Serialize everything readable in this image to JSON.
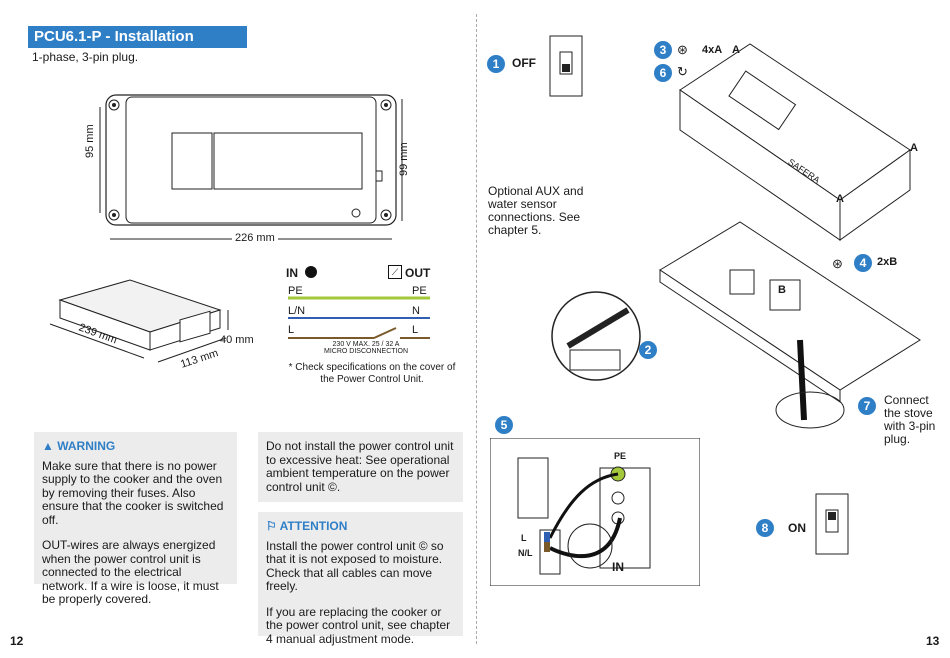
{
  "header": {
    "title": "PCU6.1-P - Installation",
    "subtitle": "1-phase, 3-pin plug."
  },
  "dimensions": {
    "height_left": "95 mm",
    "height_right": "99 mm",
    "width_bottom": "226 mm",
    "iso_length": "239 mm",
    "iso_width": "113 mm",
    "iso_height": "40 mm"
  },
  "wiring": {
    "in_label": "IN",
    "out_label": "OUT",
    "left_rows": [
      "PE",
      "L/N",
      "L"
    ],
    "right_rows": [
      "PE",
      "N",
      "L"
    ],
    "rating_line1": "230 V MAX. 25 / 32 A",
    "rating_line2": "MICRO DISCONNECTION",
    "note": "* Check specifications on the cover of the Power Control Unit."
  },
  "warning": {
    "heading": "WARNING",
    "para1": "Make sure that there is no power supply to the cooker and the oven by removing their fuses. Also ensure that the cooker is switched off.",
    "para2": "OUT-wires are always energized when the power control unit is connected to the electrical network. If a wire is loose, it must be properly covered."
  },
  "heat_box": {
    "text": "Do not install the power control unit to excessive heat: See operational ambient temperature on the power control unit ©."
  },
  "attention": {
    "heading": "ATTENTION",
    "para1": "Install the power control unit © so that it is not exposed to moisture. Check that all cables can move freely.",
    "para2": "If you are replacing the cooker or the power control unit, see chapter 4 manual adjustment mode."
  },
  "steps": {
    "s1_num": "1",
    "s1_label": "OFF",
    "s2_num": "2",
    "s3_num": "3",
    "s3_label": "4xA",
    "s4_num": "4",
    "s4_label": "2xB",
    "s5_num": "5",
    "s6_num": "6",
    "s7_num": "7",
    "s8_num": "8",
    "s8_label": "ON"
  },
  "callouts": {
    "optional": "Optional AUX and water sensor connections. See chapter 5.",
    "connect": "Connect the stove with 3-pin plug.",
    "mark_a": "A",
    "mark_b": "B",
    "brand": "SAFERA",
    "term_pe": "PE",
    "term_l": "L",
    "term_nl": "N/L",
    "term_in": "IN"
  },
  "pages": {
    "left": "12",
    "right": "13"
  },
  "colors": {
    "accent": "#2f7fc7",
    "pe": "#a3c93a",
    "ln": "#2f5fb3",
    "l": "#7a5a2a"
  }
}
